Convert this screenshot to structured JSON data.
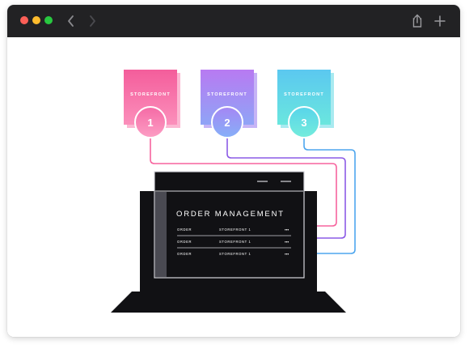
{
  "storefronts": [
    {
      "label": "STOREFRONT",
      "number": "1"
    },
    {
      "label": "STOREFRONT",
      "number": "2"
    },
    {
      "label": "STOREFRONT",
      "number": "3"
    }
  ],
  "order_management": {
    "title": "ORDER MANAGEMENT",
    "rows": [
      {
        "col1": "ORDER",
        "col2": "STOREFRONT 1",
        "more": "•••"
      },
      {
        "col1": "ORDER",
        "col2": "STOREFRONT 1",
        "more": "•••"
      },
      {
        "col1": "ORDER",
        "col2": "STOREFRONT 1",
        "more": "•••"
      }
    ]
  },
  "colors": {
    "titlebar": "#222224",
    "storefront1": "#f7649e",
    "storefront2": "#a07af5",
    "storefront3": "#4fd6e0",
    "line2": "#8c5be6",
    "line3": "#4ea6ee",
    "laptop": "#111114"
  },
  "icons": {
    "back": "chevron-left-icon",
    "forward": "chevron-right-icon",
    "share": "share-icon",
    "new_tab": "plus-icon"
  }
}
